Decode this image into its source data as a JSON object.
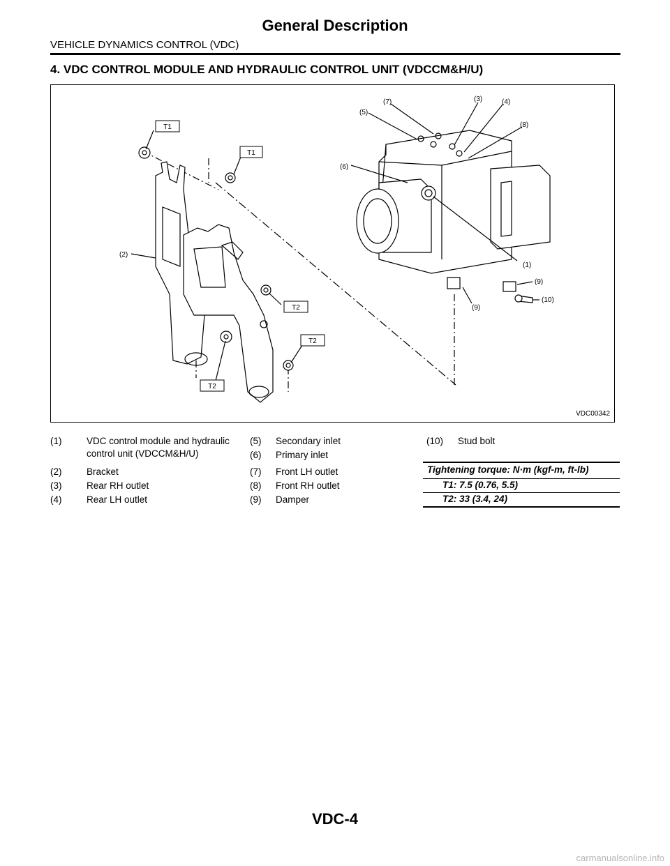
{
  "header": {
    "title": "General Description",
    "section": "VEHICLE DYNAMICS CONTROL (VDC)"
  },
  "heading": "4.  VDC CONTROL MODULE AND HYDRAULIC CONTROL UNIT (VDCCM&H/U)",
  "figure": {
    "code": "VDC00342",
    "callouts": {
      "c1": "(1)",
      "c2": "(2)",
      "c3": "(3)",
      "c4": "(4)",
      "c5": "(5)",
      "c6": "(6)",
      "c7": "(7)",
      "c8": "(8)",
      "c9a": "(9)",
      "c9b": "(9)",
      "c10": "(10)"
    },
    "torque_tags": {
      "t1a": "T1",
      "t1b": "T1",
      "t2a": "T2",
      "t2b": "T2",
      "t2c": "T2"
    }
  },
  "legend": {
    "col1": [
      {
        "num": "(1)",
        "text": "VDC control module and hydraulic",
        "text2": "control unit (VDCCM&H/U)"
      },
      {
        "num": "(2)",
        "text": "Bracket"
      },
      {
        "num": "(3)",
        "text": "Rear RH outlet"
      },
      {
        "num": "(4)",
        "text": "Rear LH outlet"
      }
    ],
    "col2": [
      {
        "num": "(5)",
        "text": "Secondary inlet"
      },
      {
        "num": "(6)",
        "text": "Primary inlet"
      },
      {
        "num": "(7)",
        "text": "Front LH outlet"
      },
      {
        "num": "(8)",
        "text": "Front RH outlet"
      },
      {
        "num": "(9)",
        "text": "Damper"
      }
    ],
    "col3": [
      {
        "num": "(10)",
        "text": "Stud bolt"
      }
    ]
  },
  "torque": {
    "title": "Tightening torque: N·m (kgf-m, ft-lb)",
    "rows": [
      "T1:   7.5 (0.76, 5.5)",
      "T2:   33 (3.4, 24)"
    ]
  },
  "page_number": "VDC-4",
  "watermark": "carmanualsonline.info"
}
